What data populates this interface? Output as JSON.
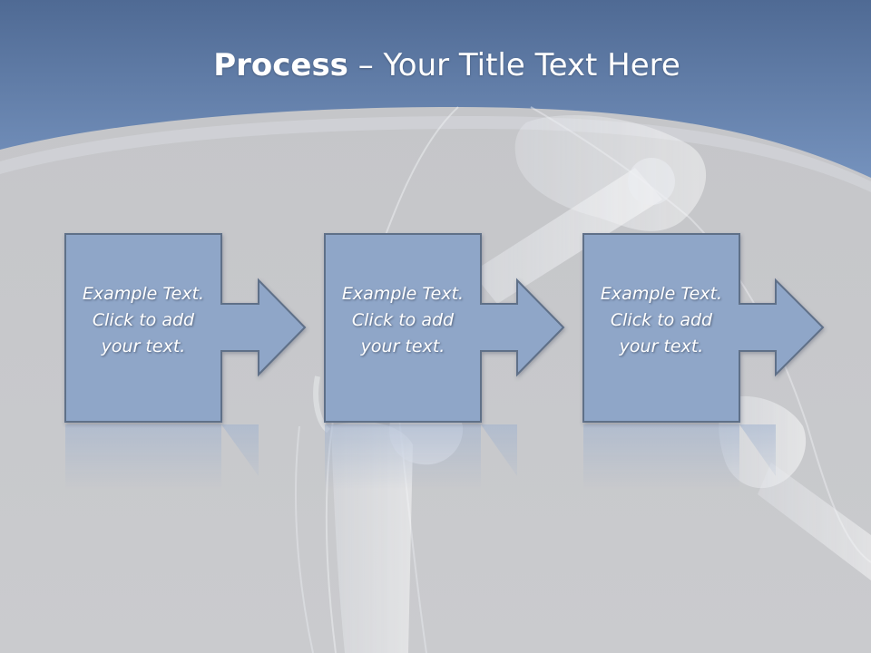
{
  "slide": {
    "title_bold": "Process",
    "title_rest": " – Your Title Text Here"
  },
  "steps": [
    {
      "line1": "Example Text.",
      "line2": "Click  to add",
      "line3": "your text."
    },
    {
      "line1": "Example Text.",
      "line2": "Click  to add",
      "line3": "your text."
    },
    {
      "line1": "Example Text.",
      "line2": "Click  to add",
      "line3": "your text."
    }
  ],
  "colors": {
    "header_blue": "#6d8bb6",
    "background_gray": "#c9cacd",
    "box_fill": "#8fa6c8",
    "box_stroke": "#5f6f88"
  }
}
